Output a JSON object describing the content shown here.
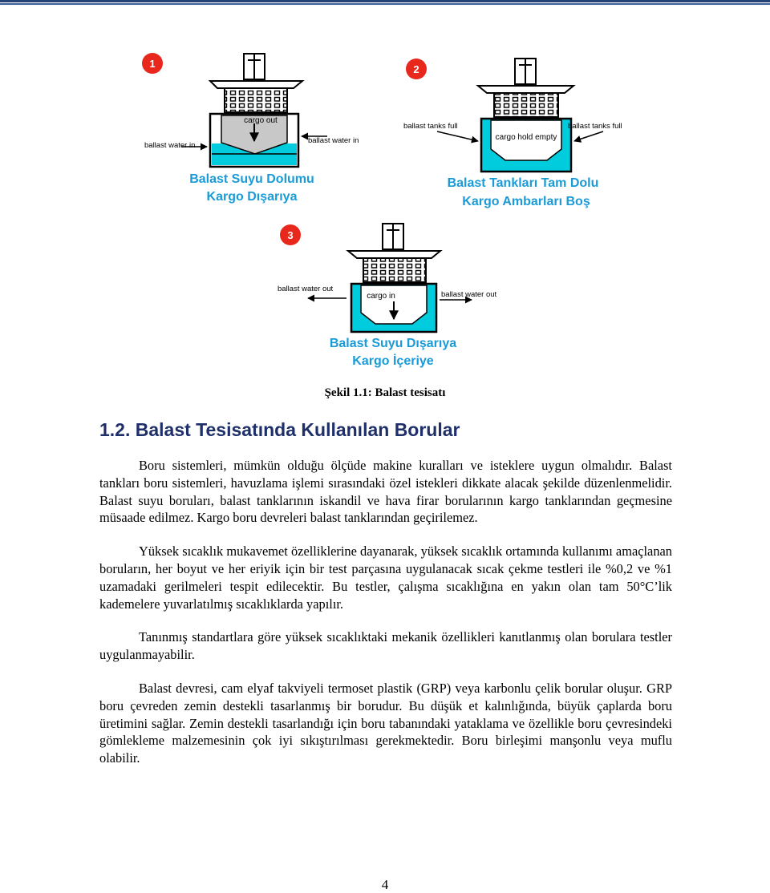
{
  "figure": {
    "panels": [
      {
        "number": "1",
        "cargo_label": "cargo out",
        "left_label": "ballast water in",
        "right_label": "ballast water in",
        "caption_lines": [
          "Balast Suyu Dolumu",
          "Kargo Dışarıya"
        ]
      },
      {
        "number": "2",
        "cargo_label": "cargo hold empty",
        "left_label": "ballast tanks full",
        "right_label": "ballast tanks full",
        "caption_lines": [
          "Balast Tankları Tam Dolu",
          "Kargo Ambarları Boş"
        ]
      },
      {
        "number": "3",
        "cargo_label": "cargo in",
        "left_label": "ballast water out",
        "right_label": "ballast water out",
        "caption_lines": [
          "Balast Suyu Dışarıya",
          "Kargo İçeriye"
        ]
      }
    ],
    "colors": {
      "water": "#00ccdd",
      "badge": "#e8271d",
      "caption_text": "#1a9bd8",
      "cargo_gray": "#c8c8c8"
    },
    "caption": "Şekil 1.1: Balast tesisatı"
  },
  "section_title": "1.2. Balast Tesisatında Kullanılan Borular",
  "paragraphs": [
    "Boru sistemleri, mümkün olduğu ölçüde makine kuralları ve isteklere uygun olmalıdır. Balast tankları boru sistemleri, havuzlama işlemi sırasındaki özel istekleri dikkate alacak şekilde düzenlenmelidir. Balast suyu boruları, balast tanklarının iskandil ve hava firar borularının kargo tanklarından geçmesine müsaade edilmez. Kargo boru devreleri balast tanklarından geçirilemez.",
    "Yüksek sıcaklık mukavemet özelliklerine dayanarak, yüksek sıcaklık ortamında kullanımı amaçlanan boruların, her boyut ve her eriyik için bir test parçasına uygulanacak sıcak çekme testleri ile %0,2 ve %1 uzamadaki gerilmeleri tespit edilecektir. Bu testler, çalışma sıcaklığına en yakın olan tam 50°C’lik kademelere yuvarlatılmış sıcaklıklarda yapılır.",
    "Tanınmış standartlara göre yüksek sıcaklıktaki mekanik özellikleri kanıtlanmış olan borulara testler uygulanmayabilir.",
    "Balast devresi, cam elyaf takviyeli termoset plastik (GRP) veya karbonlu çelik borular oluşur. GRP boru çevreden zemin destekli tasarlanmış bir borudur. Bu düşük et kalınlığında, büyük çaplarda boru üretimini sağlar. Zemin destekli tasarlandığı için boru tabanındaki yataklama ve özellikle boru çevresindeki gömlekleme malzemesinin çok iyi sıkıştırılması gerekmektedir. Boru birleşimi manşonlu veya muflu olabilir."
  ],
  "page_number": "4"
}
